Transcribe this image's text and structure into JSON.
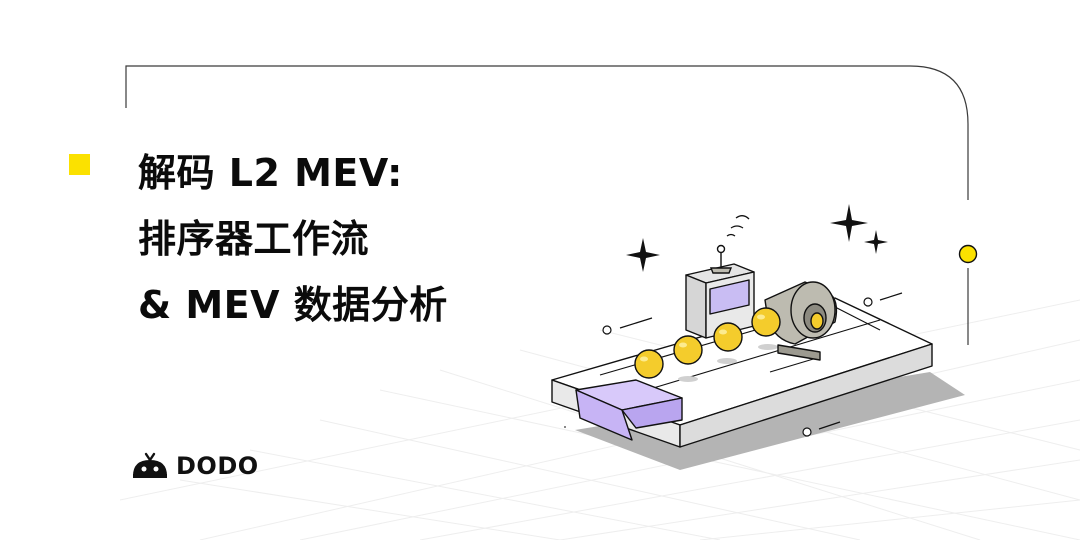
{
  "title": {
    "lines": [
      "解码 L2 MEV:",
      "排序器工作流",
      "& MEV 数据分析"
    ]
  },
  "logo": {
    "text": "DODO",
    "icon": "dodo-bird-logo-icon"
  },
  "colors": {
    "accent_yellow": "#fbe100",
    "coin_yellow": "#f4cc2c",
    "card_purple": "#c7b4f5",
    "screen_purple": "#c9bdf3",
    "machine_gray": "#bdbbb0",
    "outline": "#111111"
  },
  "icons": [
    "sparkle-icon",
    "signal-wave-icon",
    "antenna-icon",
    "coin-icon",
    "circle-dot-icon"
  ]
}
